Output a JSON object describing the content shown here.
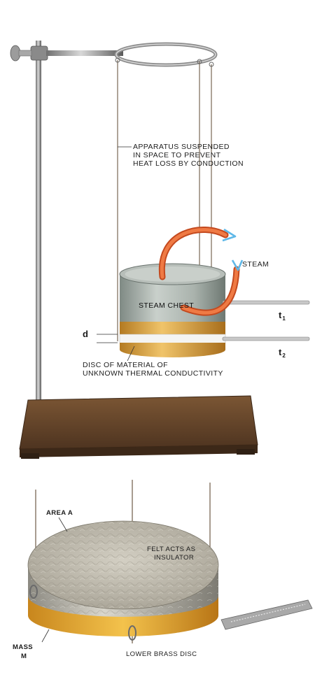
{
  "diagram": {
    "labels": {
      "suspended_line1": "APPARATUS SUSPENDED",
      "suspended_line2": "IN SPACE TO PREVENT",
      "suspended_line3": "HEAT LOSS BY CONDUCTION",
      "steam": "STEAM",
      "steam_chest": "STEAM CHEST",
      "d": "d",
      "t1_letter": "t",
      "t1_sub": "1",
      "t2_letter": "t",
      "t2_sub": "2",
      "disc_line1": "DISC OF MATERIAL OF",
      "disc_line2": "UNKNOWN THERMAL CONDUCTIVITY",
      "area": "AREA A",
      "felt_line1": "FELT ACTS AS",
      "felt_line2": "INSULATOR",
      "mass_line1": "MASS",
      "mass_line2": "M",
      "lower_disc": "LOWER BRASS DISC"
    },
    "colors": {
      "steam_tube": "#e8622f",
      "steam_arrow": "#5fb8e8",
      "metal": "#9aa39c",
      "brass": "#d9a23a",
      "base": "#6b4a2c",
      "felt": "#b8b3a4"
    }
  }
}
